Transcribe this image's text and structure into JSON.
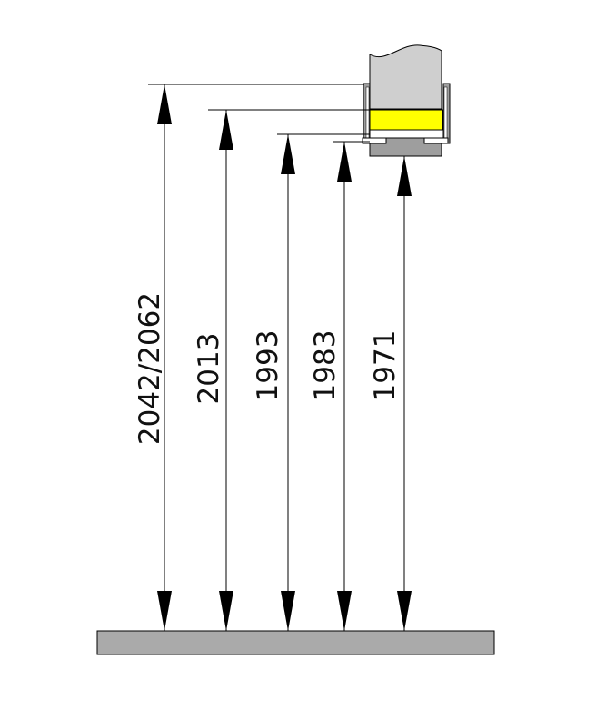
{
  "dimensions": [
    {
      "id": "dim-1",
      "label": "2042/2062"
    },
    {
      "id": "dim-2",
      "label": "2013"
    },
    {
      "id": "dim-3",
      "label": "1993"
    },
    {
      "id": "dim-4",
      "label": "1983"
    },
    {
      "id": "dim-5",
      "label": "1971"
    }
  ],
  "colors": {
    "floor": "#aaaaaa",
    "profile_light": "#cfcfcf",
    "profile_dark": "#9e9e9e",
    "seal_yellow": "#ffff00",
    "line": "#000000"
  }
}
